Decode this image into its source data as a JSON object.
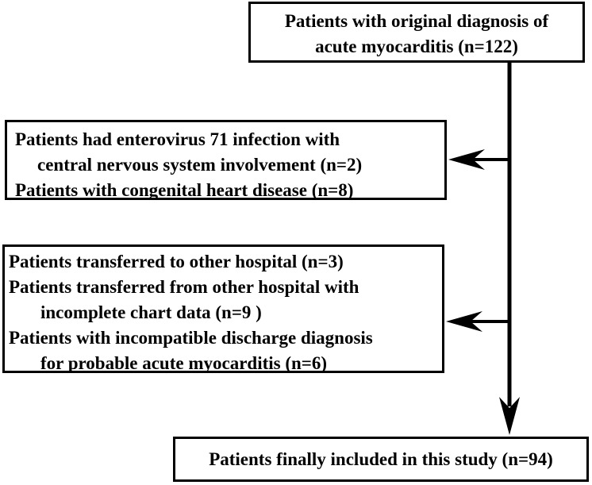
{
  "flowchart": {
    "top_box": {
      "lines": [
        "Patients with original diagnosis of",
        "acute myocarditis (n=122)"
      ]
    },
    "exclusion_box_1": {
      "lines": [
        "Patients had enterovirus 71 infection with",
        "central nervous system involvement (n=2)",
        "Patients with congenital heart disease (n=8)"
      ]
    },
    "exclusion_box_2": {
      "lines": [
        "Patients transferred to other hospital (n=3)",
        "Patients transferred from other hospital with",
        "incomplete chart data (n=9 )",
        "Patients with incompatible discharge diagnosis",
        "for probable acute myocarditis (n=6)"
      ]
    },
    "final_box": {
      "lines": [
        "Patients finally included in this study (n=94)"
      ]
    }
  }
}
